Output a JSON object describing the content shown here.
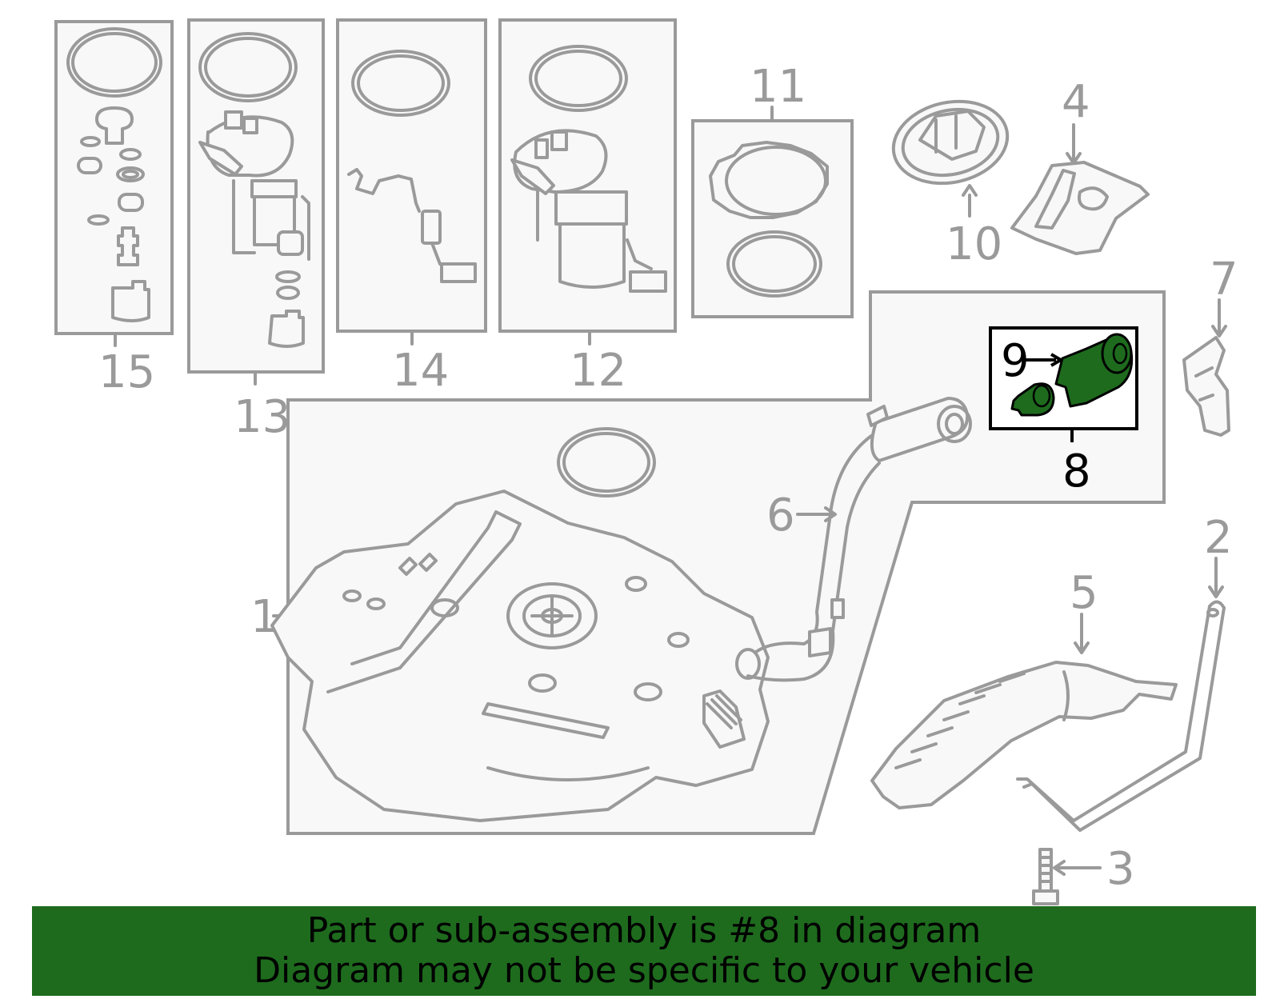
{
  "callouts": {
    "c1": "1",
    "c2": "2",
    "c3": "3",
    "c4": "4",
    "c5": "5",
    "c6": "6",
    "c7": "7",
    "c8": "8",
    "c9": "9",
    "c10": "10",
    "c11": "11",
    "c12": "12",
    "c13": "13",
    "c14": "14",
    "c15": "15"
  },
  "highlight": {
    "part": "8",
    "color": "#1e6b1e"
  },
  "banner": {
    "line1": "Part or sub-assembly is #8 in diagram",
    "line2": "Diagram may not be specific to your vehicle"
  }
}
